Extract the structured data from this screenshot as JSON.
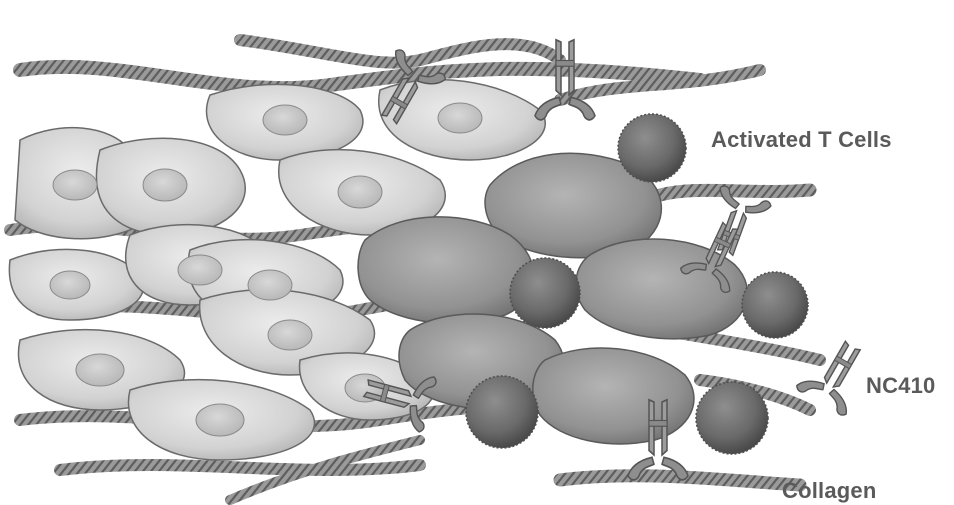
{
  "labels": {
    "activated_t_cells": "Activated T Cells",
    "nc410": "NC410",
    "collagen": "Collagen"
  },
  "colors": {
    "background": "#ffffff",
    "fibroblast_fill": "#d8d8d8",
    "fibroblast_stroke": "#6a6a6a",
    "tumor_cell_fill": "#9a9a9a",
    "t_cell_fill": "#6e6e6e",
    "collagen": "#7a7a7a",
    "antibody": "#8a8a8a",
    "label_text": "#5a5a5a"
  }
}
